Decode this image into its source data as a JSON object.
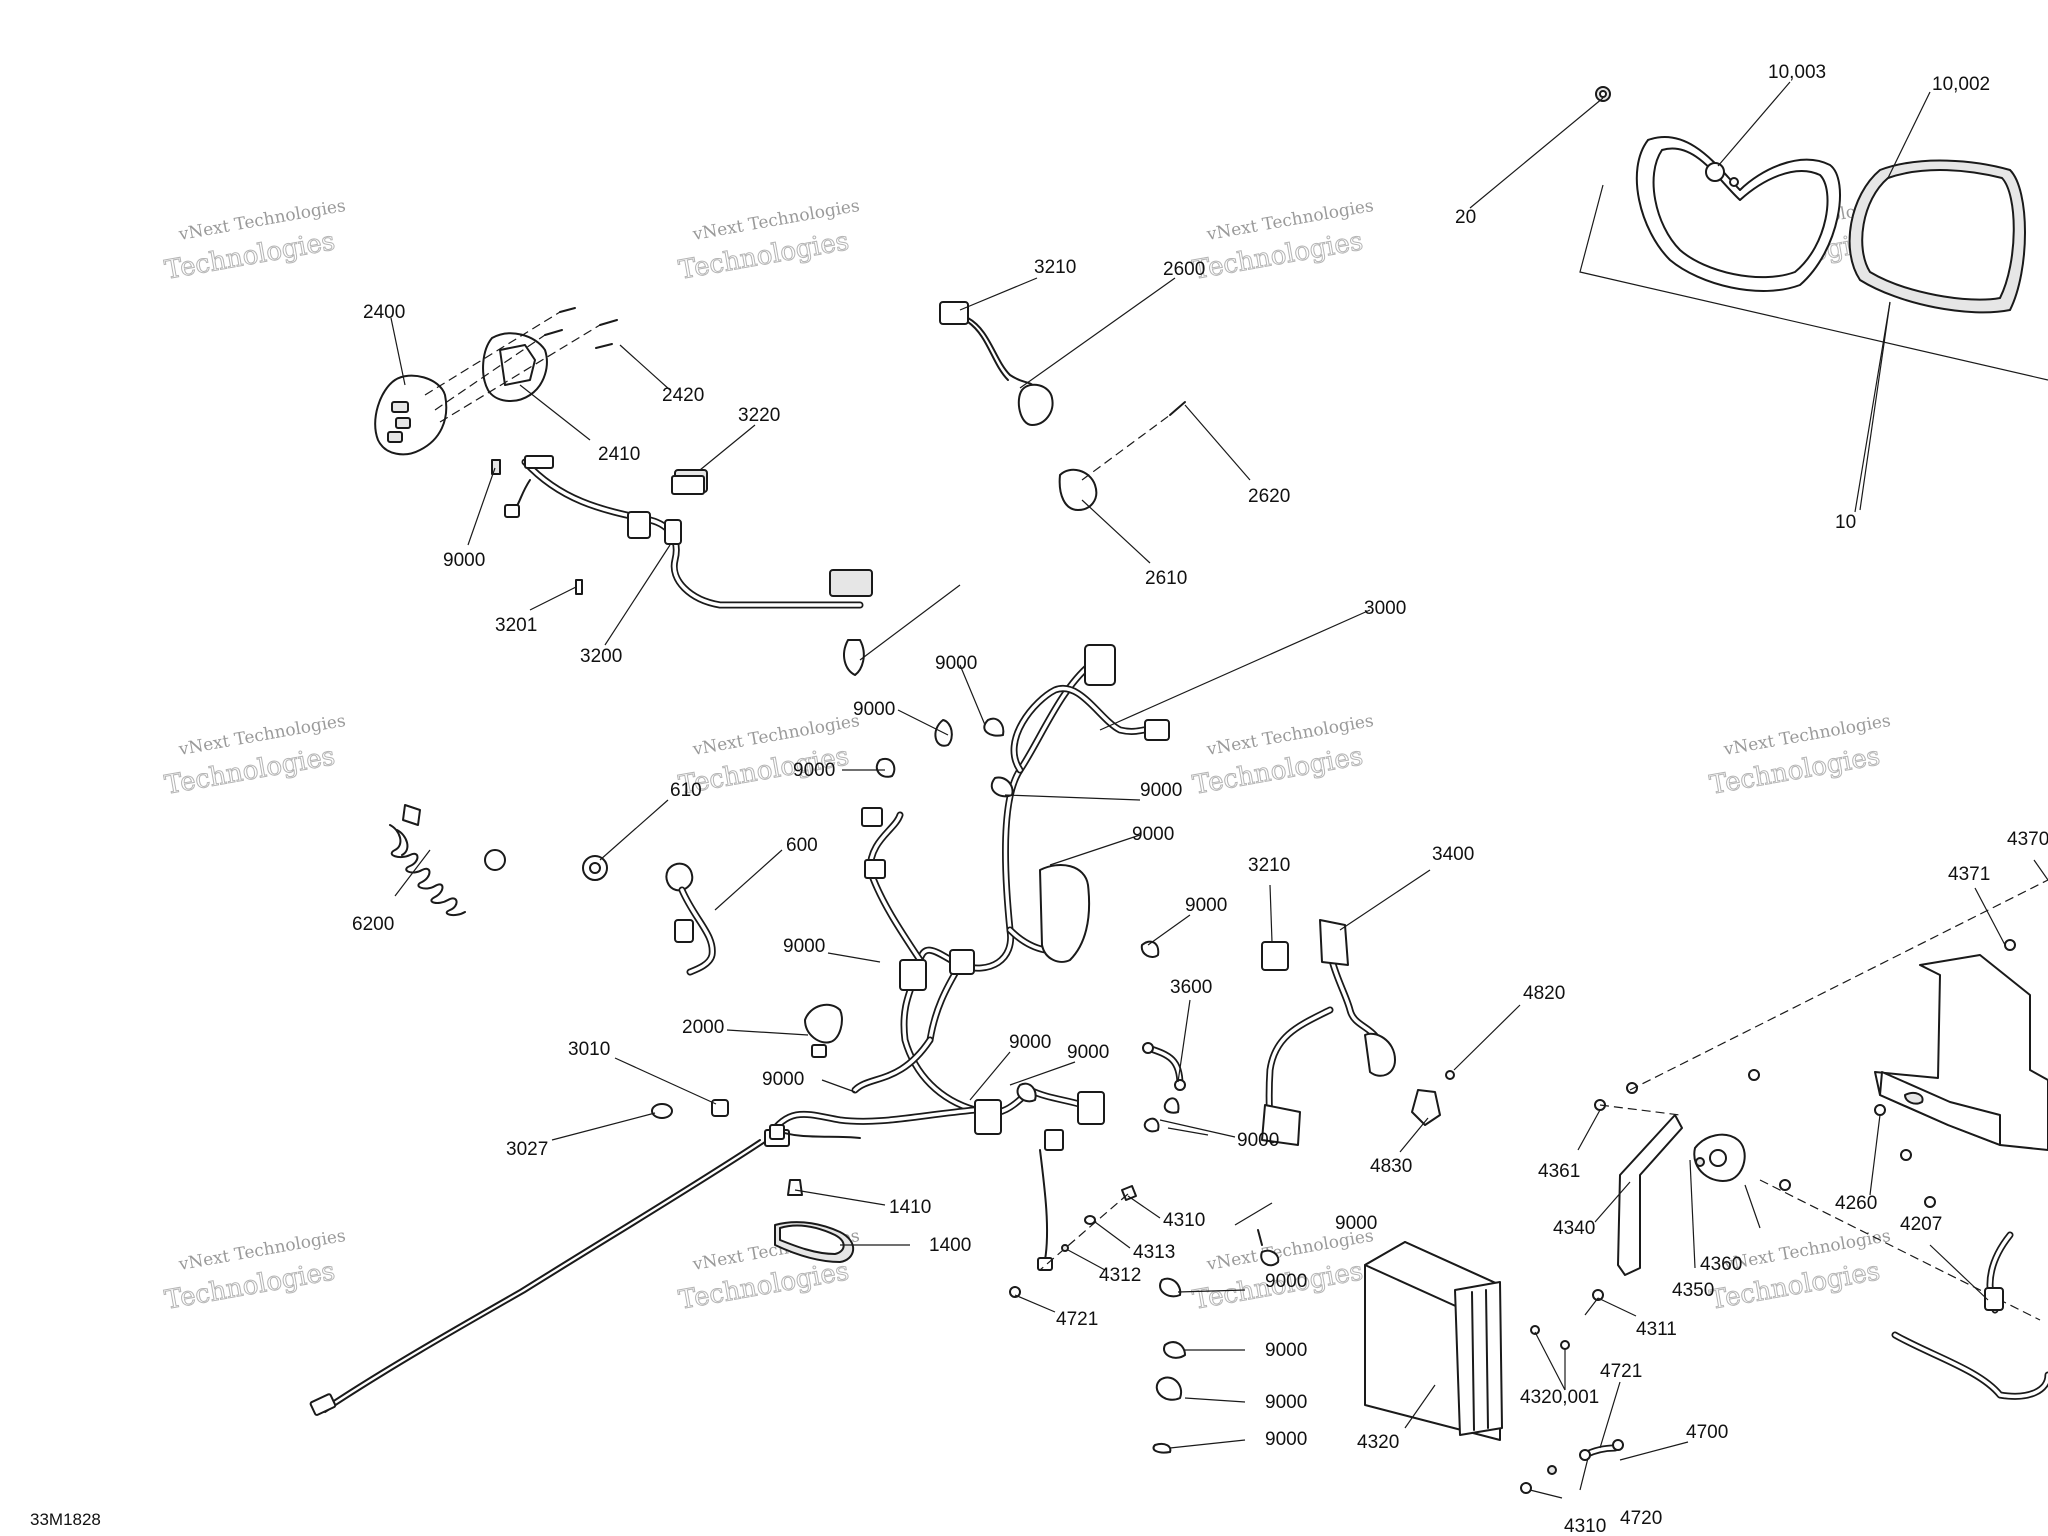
{
  "figure_id": "33M1828",
  "watermark": {
    "line1": "vNext Technologies",
    "line2": "Technologies"
  },
  "callouts": [
    "20",
    "10,003",
    "10,002",
    "10",
    "2400",
    "2420",
    "2410",
    "3220",
    "9000",
    "3201",
    "3200",
    "3210",
    "2600",
    "2620",
    "2610",
    "3000",
    "9000",
    "9000",
    "9000",
    "9000",
    "9000",
    "610",
    "600",
    "6200",
    "9000",
    "2000",
    "3010",
    "3027",
    "9000",
    "9000",
    "9000",
    "1410",
    "1400",
    "4721",
    "4310",
    "4313",
    "4312",
    "9000",
    "3210",
    "3400",
    "3600",
    "9000",
    "9000",
    "4820",
    "4830",
    "9000",
    "9000",
    "9000",
    "9000",
    "4320",
    "4320,001",
    "4721",
    "4700",
    "4720",
    "4310",
    "4361",
    "4340",
    "4350",
    "4360",
    "4311",
    "4370",
    "4371",
    "4260",
    "4207"
  ]
}
